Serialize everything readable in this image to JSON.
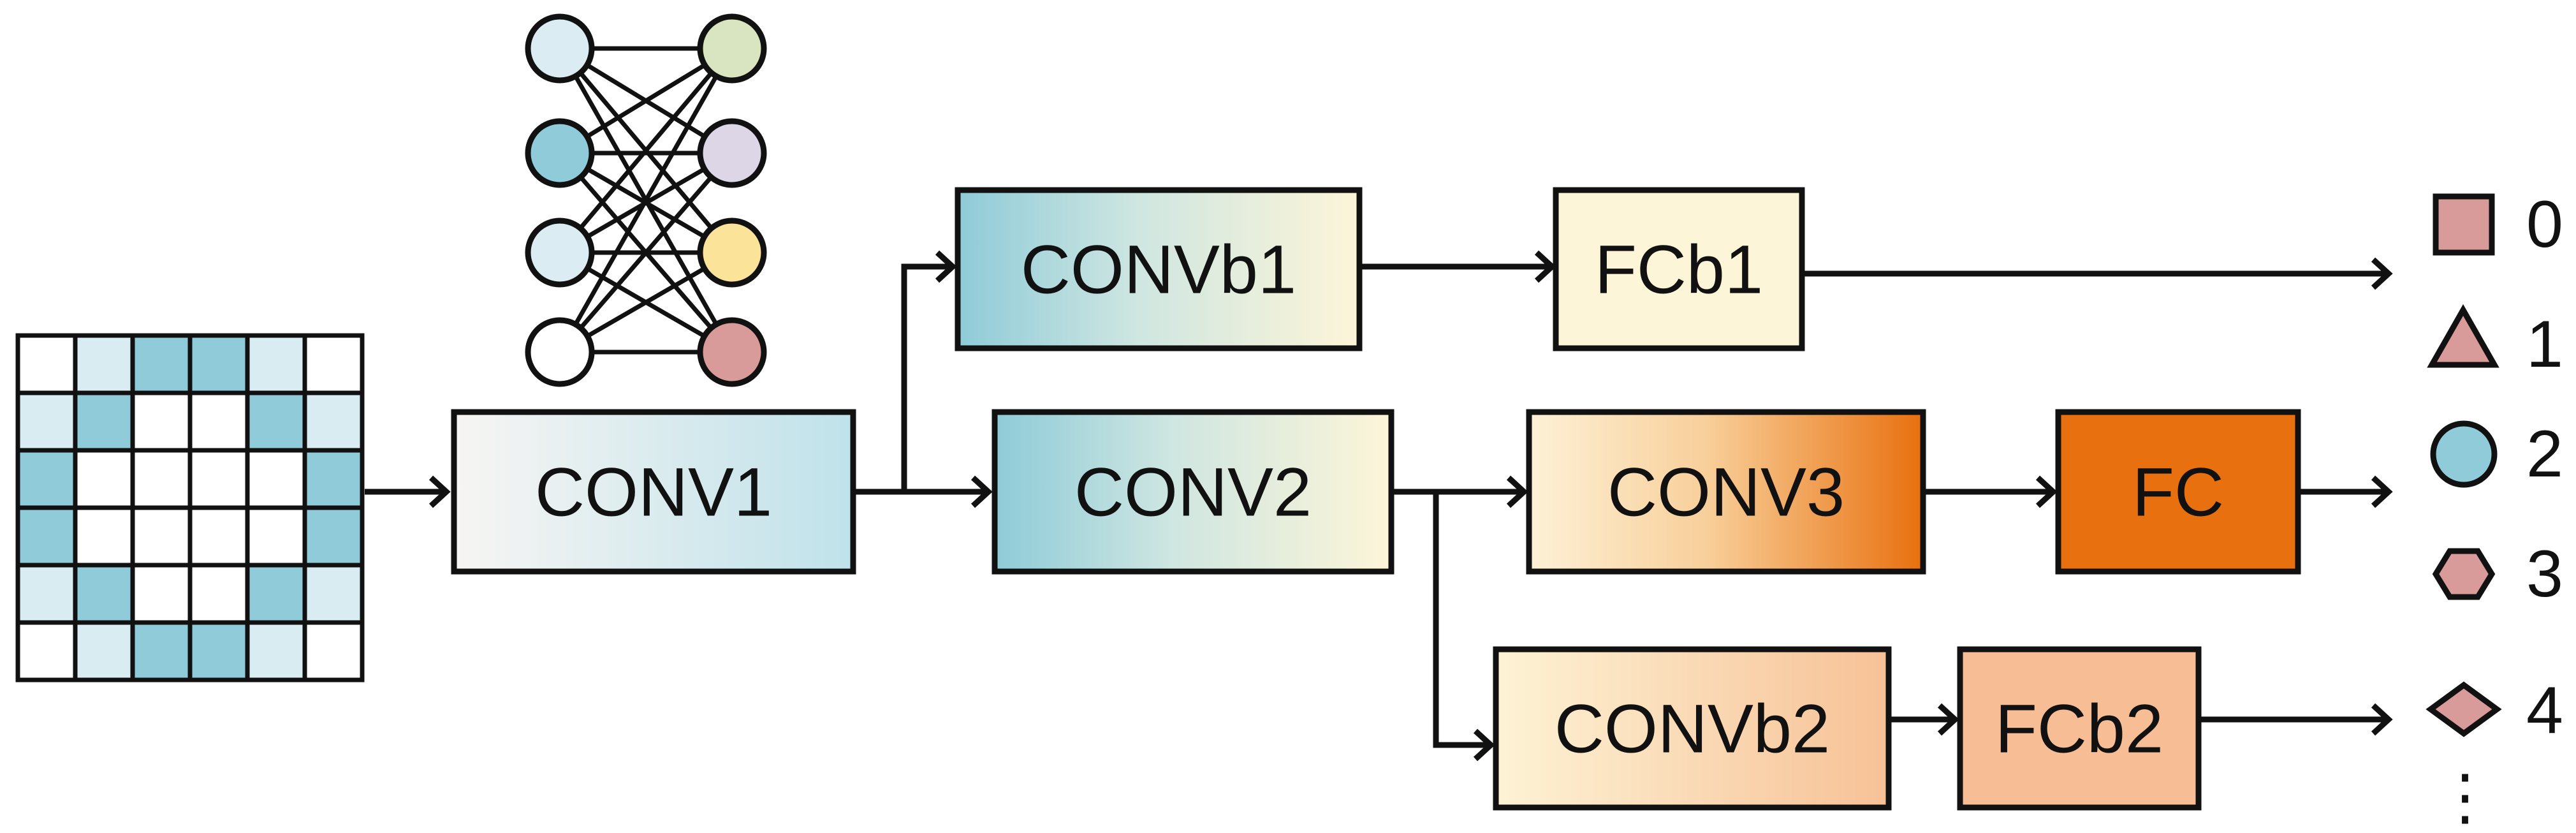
{
  "diagram": {
    "input_grid": {
      "rows": [
        [
          "white",
          "light",
          "blue",
          "blue",
          "light",
          "white"
        ],
        [
          "light",
          "blue",
          "white",
          "white",
          "blue",
          "light"
        ],
        [
          "blue",
          "white",
          "white",
          "white",
          "white",
          "blue"
        ],
        [
          "blue",
          "white",
          "white",
          "white",
          "white",
          "blue"
        ],
        [
          "light",
          "blue",
          "white",
          "white",
          "blue",
          "light"
        ],
        [
          "white",
          "light",
          "blue",
          "blue",
          "light",
          "white"
        ]
      ]
    },
    "network_icon": {
      "left_nodes": [
        "#dcecf3",
        "#8fcbd8",
        "#dcecf3",
        "#ffffff"
      ],
      "right_nodes": [
        "#d9e5c0",
        "#dcd6e6",
        "#fbe39a",
        "#d99a9a"
      ]
    },
    "blocks": {
      "conv1": "CONV1",
      "convb1": "CONVb1",
      "fcb1": "FCb1",
      "conv2": "CONV2",
      "conv3": "CONV3",
      "fc": "FC",
      "convb2": "CONVb2",
      "fcb2": "FCb2"
    },
    "outputs": [
      {
        "shape": "square-icon",
        "label": "0"
      },
      {
        "shape": "triangle-icon",
        "label": "1"
      },
      {
        "shape": "circle-icon",
        "label": "2"
      },
      {
        "shape": "hexagon-icon",
        "label": "3"
      },
      {
        "shape": "diamond-icon",
        "label": "4"
      },
      {
        "shape": "ellipsis-icon",
        "label": "⋮"
      }
    ],
    "colors": {
      "grid_white": "#ffffff",
      "grid_light": "#d8ecf2",
      "grid_blue": "#8fcbd8",
      "teal": "#8ecbd8",
      "cream": "#fdf5d8",
      "orange": "#e8700e",
      "peach": "#f7bd94",
      "output_pink": "#d99a9a",
      "output_blue": "#8fcbd8"
    }
  }
}
